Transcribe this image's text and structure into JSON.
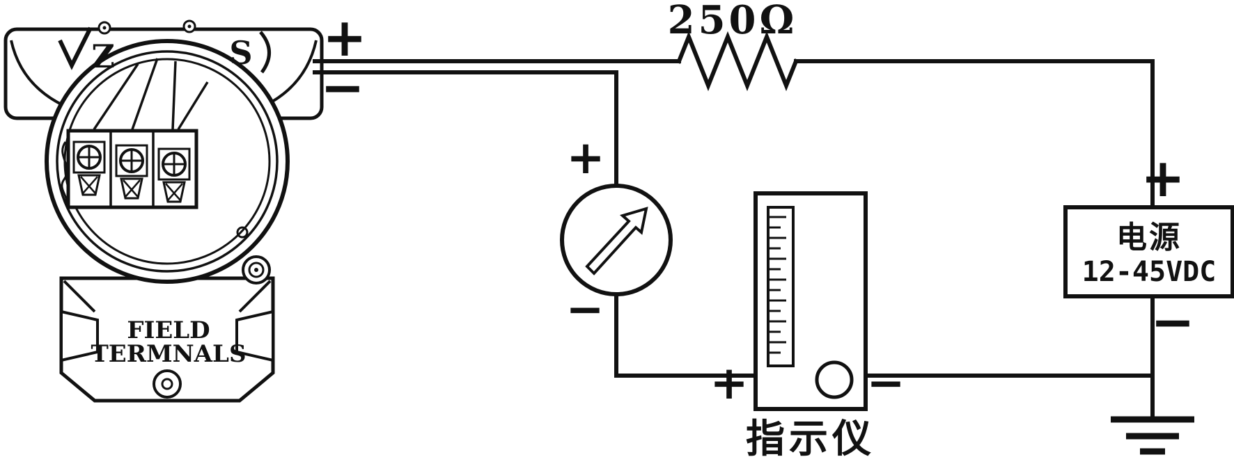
{
  "transmitter": {
    "zero_label": "Z",
    "span_label": "S",
    "caption_line1": "FIELD",
    "caption_line2": "TERMNALS",
    "output_plus": "+",
    "output_minus": "−"
  },
  "resistor": {
    "label": "250Ω"
  },
  "ammeter": {
    "plus": "+",
    "minus": "−"
  },
  "indicator": {
    "label": "指示仪",
    "plus": "+",
    "minus": "−"
  },
  "power_supply": {
    "name": "电源",
    "rating": "12-45VDC",
    "plus": "+",
    "minus": "−"
  },
  "colors": {
    "ink": "#111111",
    "background": "#ffffff"
  }
}
